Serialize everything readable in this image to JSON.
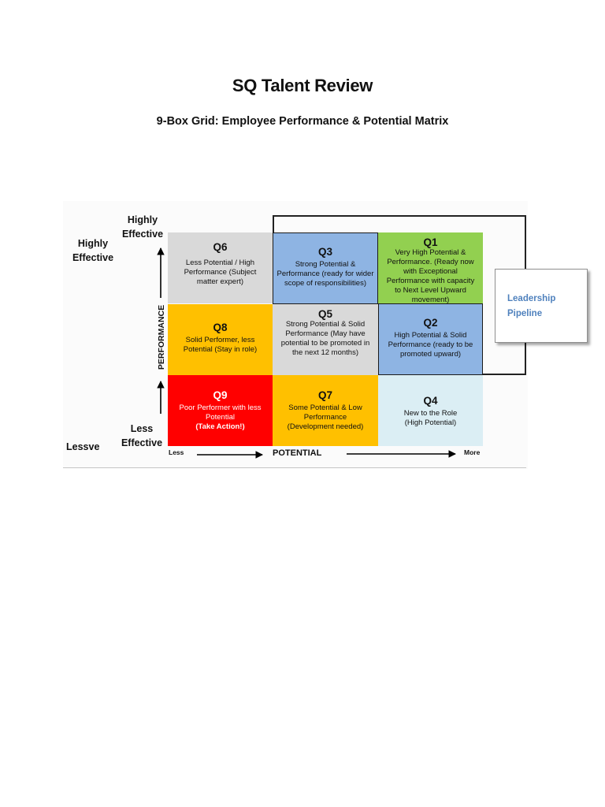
{
  "document": {
    "title": "SQ Talent Review",
    "subtitle": "9-Box Grid: Employee Performance & Potential Matrix"
  },
  "axes": {
    "y_top_outer": "Highly Effective",
    "y_top_inner": "Highly Effective",
    "y_bottom_outer": "Lessve",
    "y_bottom_inner": "Less Effective",
    "y_title": "PERFORMANCE",
    "x_title": "POTENTIAL",
    "x_min": "Less",
    "x_max": "More"
  },
  "pipeline": {
    "label": "Leadership Pipeline"
  },
  "colors": {
    "gray": "#d9d9d9",
    "blue": "#8eb4e3",
    "green": "#92d050",
    "amber": "#ffc000",
    "red": "#ff0000",
    "light_blue": "#dbeef4",
    "pipeline_text": "#4f81bd"
  },
  "cells": {
    "q6": {
      "code": "Q6",
      "desc": "Less Potential / High Performance (Subject matter expert)"
    },
    "q3": {
      "code": "Q3",
      "desc": "Strong Potential & Performance (ready for wider scope of responsibilities)"
    },
    "q1": {
      "code": "Q1",
      "desc": "Very High Potential & Performance. (Ready now with Exceptional Performance  with capacity to Next Level  Upward movement)"
    },
    "q8": {
      "code": "Q8",
      "desc": "Solid Performer, less Potential (Stay in role)"
    },
    "q5": {
      "code": "Q5",
      "desc": "Strong Potential & Solid Performance (May have potential to be promoted in the next 12 months)"
    },
    "q2": {
      "code": "Q2",
      "desc": "High Potential & Solid Performance (ready to be promoted upward)"
    },
    "q9": {
      "code": "Q9",
      "desc": "Poor Performer with less Potential",
      "emph": "(Take Action!)"
    },
    "q7": {
      "code": "Q7",
      "desc": "Some Potential & Low Performance (Development needed)"
    },
    "q4": {
      "code": "Q4",
      "desc": "New to the Role (High Potential)"
    }
  }
}
